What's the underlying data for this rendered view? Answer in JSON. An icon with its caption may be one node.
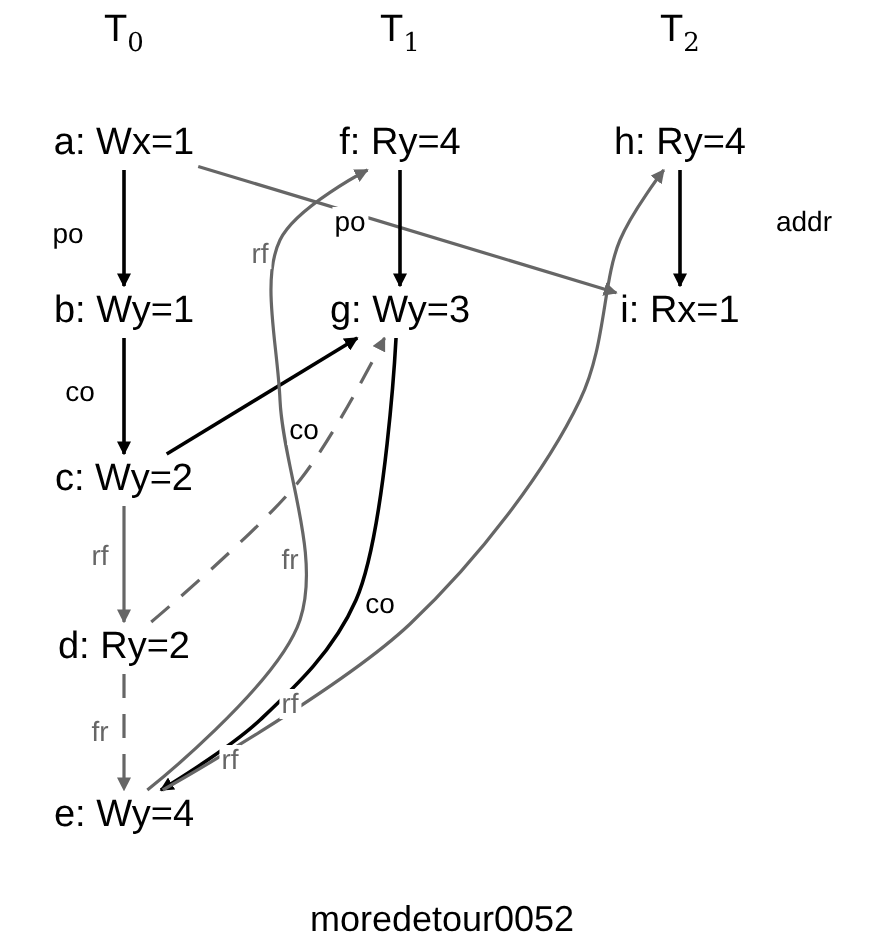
{
  "diagram": {
    "caption": "moredetour0052",
    "nodes": [
      {
        "text": [
          "a: Wx=1"
        ]
      },
      {
        "text": [
          "b: Wy=1"
        ]
      },
      {
        "text": [
          "c: Wy=2"
        ]
      },
      {
        "text": [
          "d: Ry=2"
        ]
      },
      {
        "text": [
          "e: Wy=4"
        ]
      },
      {
        "text": [
          "f: Ry=4"
        ]
      },
      {
        "text": [
          "g: Wy=3"
        ]
      },
      {
        "text": [
          "h: Ry=4"
        ]
      },
      {
        "text": [
          "i: Rx=1"
        ]
      }
    ],
    "edges": [
      {
        "from": 0,
        "to": 1,
        "arrow": "to",
        "label": "po"
      },
      {
        "from": 1,
        "to": 2,
        "arrow": "to",
        "label": "co"
      },
      {
        "from": 2,
        "to": 3,
        "arrow": "to",
        "label": "rf",
        "color": "#666666"
      },
      {
        "from": 3,
        "to": 4,
        "arrow": "to",
        "label": "fr",
        "style": "dashed",
        "color": "#666666"
      },
      {
        "from": 0,
        "to": 8,
        "arrow": "to",
        "color": "#666666"
      },
      {
        "from": 5,
        "to": 6,
        "arrow": "to",
        "label": "po"
      },
      {
        "from": 7,
        "to": 8,
        "arrow": "to",
        "label": "addr"
      },
      {
        "from": 2,
        "to": 6,
        "arrow": "to"
      },
      {
        "from": 3,
        "to": 6,
        "arrow": "to",
        "style": "dashed",
        "color": "#666666"
      },
      {
        "from": 6,
        "to": 4,
        "arrow": "to",
        "label": "co"
      },
      {
        "from": 4,
        "to": 5,
        "arrow": "to",
        "label": "rf",
        "color": "#666666"
      },
      {
        "from": 4,
        "to": 7,
        "arrow": "to",
        "label": "rf",
        "color": "#666666"
      }
    ],
    "labels": [
      "T$_{0}$",
      "T$_{1}$",
      "T$_{2}$",
      "co",
      "fr",
      "rf"
    ]
  }
}
